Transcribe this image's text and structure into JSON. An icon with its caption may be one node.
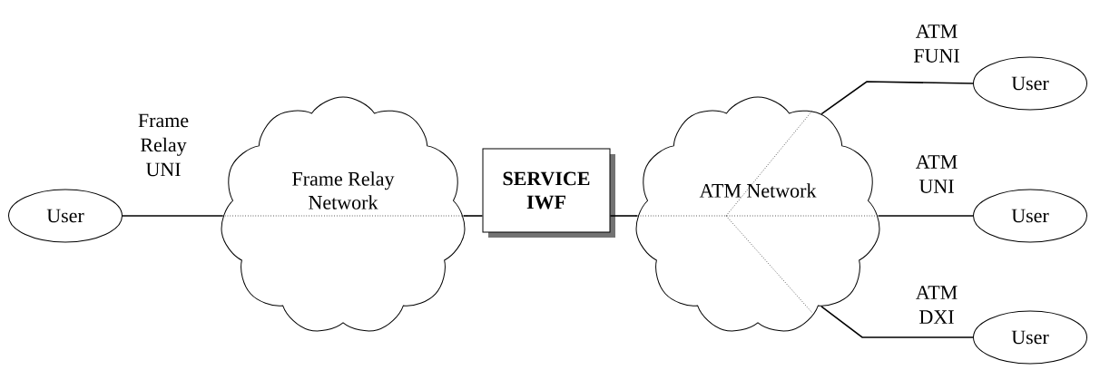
{
  "diagram": {
    "nodes": [
      {
        "text": [
          "User"
        ]
      },
      {
        "text": [
          "Frame Relay Network"
        ]
      },
      {
        "text": [
          "SERVICE IWF"
        ]
      },
      {
        "text": [
          "ATM Network"
        ]
      },
      {
        "text": [
          "User"
        ]
      },
      {
        "text": [
          "User"
        ]
      },
      {
        "text": [
          "User"
        ]
      }
    ],
    "edges": [
      {
        "from": 0,
        "to": 1,
        "arrow": "none",
        "label": "Frame Relay UNI"
      },
      {
        "from": 1,
        "to": 2,
        "arrow": "none"
      },
      {
        "from": 2,
        "to": 3,
        "arrow": "none"
      },
      {
        "from": 3,
        "to": 4,
        "arrow": "none",
        "label": "ATM FUNI"
      },
      {
        "from": 3,
        "to": 5,
        "arrow": "none",
        "label": "ATM UNI"
      },
      {
        "from": 3,
        "to": 6,
        "arrow": "none",
        "label": "ATM DXI"
      }
    ]
  }
}
